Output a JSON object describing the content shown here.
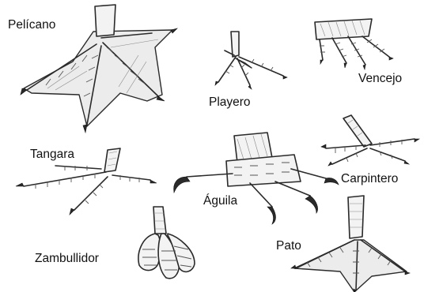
{
  "labels": {
    "pelicano": "Pelícano",
    "playero": "Playero",
    "vencejo": "Vencejo",
    "tangara": "Tangara",
    "aguila": "Águila",
    "carpintero": "Carpintero",
    "zambullidor": "Zambullidor",
    "pato": "Pato"
  },
  "colors": {
    "ink": "#2a2a2a",
    "background": "#ffffff",
    "web_fill": "#ececec"
  }
}
